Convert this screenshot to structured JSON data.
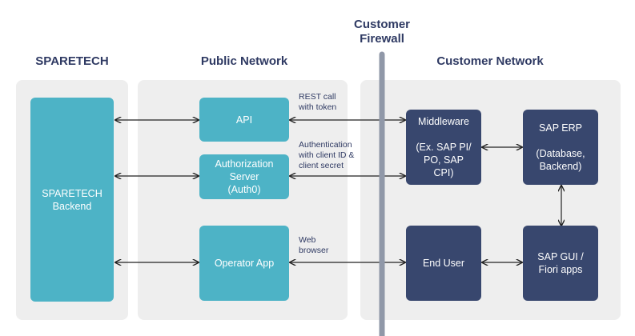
{
  "headers": {
    "sparetech": "SPARETECH",
    "public_network": "Public Network",
    "customer_firewall": "Customer\nFirewall",
    "customer_network": "Customer Network"
  },
  "boxes": {
    "sparetech_backend": "SPARETECH\nBackend",
    "api": "API",
    "auth_server": "Authorization\nServer\n(Auth0)",
    "operator_app": "Operator App",
    "middleware": "Middleware\n\n(Ex. SAP PI/\nPO, SAP\nCPI)",
    "sap_erp": "SAP ERP\n\n(Database,\nBackend)",
    "end_user": "End User",
    "sap_gui": "SAP GUI /\nFiori apps"
  },
  "annotations": {
    "rest_call": "REST call\nwith token",
    "authentication": "Authentication\nwith client ID &\nclient secret",
    "web_browser": "Web\nbrowser"
  },
  "colors": {
    "teal": "#4db3c6",
    "navy": "#38476e",
    "panel": "#eeeeee",
    "firewall": "#9098a8",
    "heading": "#2f3a63"
  }
}
